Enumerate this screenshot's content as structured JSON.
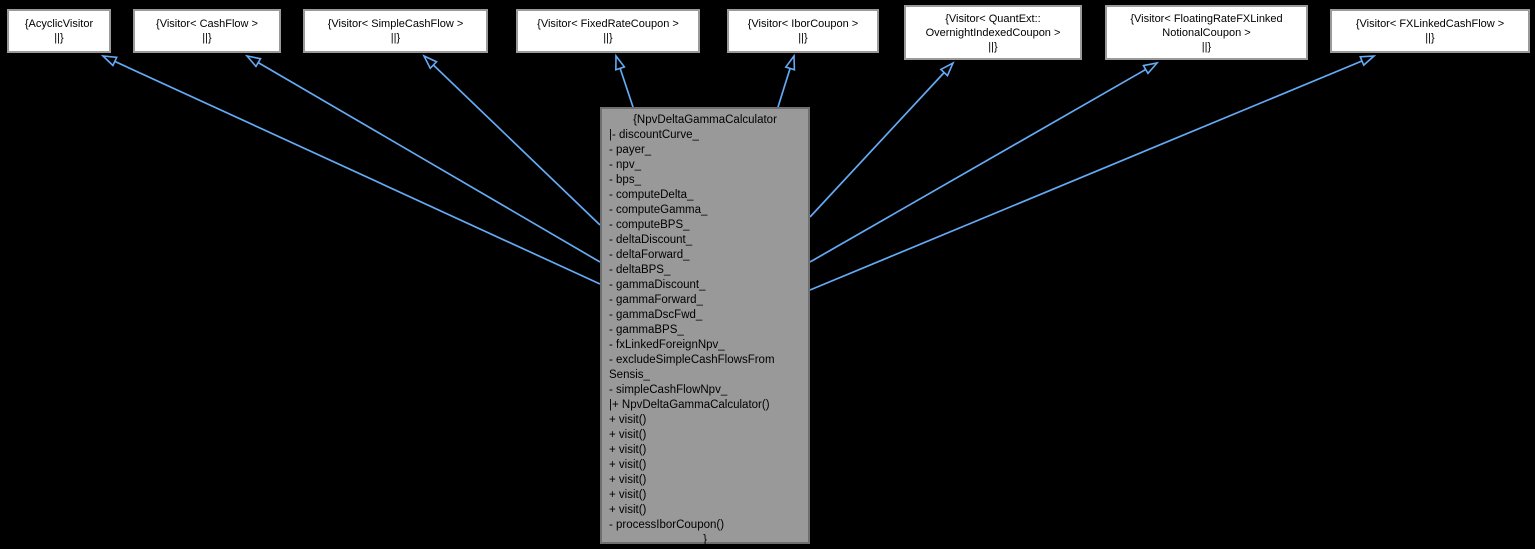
{
  "diagram": {
    "type": "uml-inheritance-graph",
    "colors": {
      "background": "#000000",
      "edge": "#64aaf5",
      "parent_node_fill": "#ffffff",
      "parent_node_border": "#9a9a9a",
      "main_node_fill": "#999999",
      "main_node_border": "#6f6f6f",
      "text": "#000000"
    }
  },
  "parents": [
    {
      "label": "{AcyclicVisitor\n||}"
    },
    {
      "label": "{Visitor< CashFlow >\n||}"
    },
    {
      "label": "{Visitor< SimpleCashFlow >\n||}"
    },
    {
      "label": "{Visitor< FixedRateCoupon >\n||}"
    },
    {
      "label": "{Visitor< IborCoupon >\n||}"
    },
    {
      "label": "{Visitor< QuantExt::\nOvernightIndexedCoupon >\n||}"
    },
    {
      "label": "{Visitor< FloatingRateFXLinked\nNotionalCoupon >\n||}"
    },
    {
      "label": "{Visitor< FXLinkedCashFlow >\n||}"
    }
  ],
  "main_class": {
    "title": "{NpvDeltaGammaCalculator",
    "body": "|- discountCurve_\n- payer_\n- npv_\n- bps_\n- computeDelta_\n- computeGamma_\n- computeBPS_\n- deltaDiscount_\n- deltaForward_\n- deltaBPS_\n- gammaDiscount_\n- gammaForward_\n- gammaDscFwd_\n- gammaBPS_\n- fxLinkedForeignNpv_\n- excludeSimpleCashFlowsFrom\nSensis_\n- simpleCashFlowNpv_\n|+ NpvDeltaGammaCalculator()\n+ visit()\n+ visit()\n+ visit()\n+ visit()\n+ visit()\n+ visit()\n+ visit()\n- processIborCoupon()",
    "closing": "}"
  }
}
